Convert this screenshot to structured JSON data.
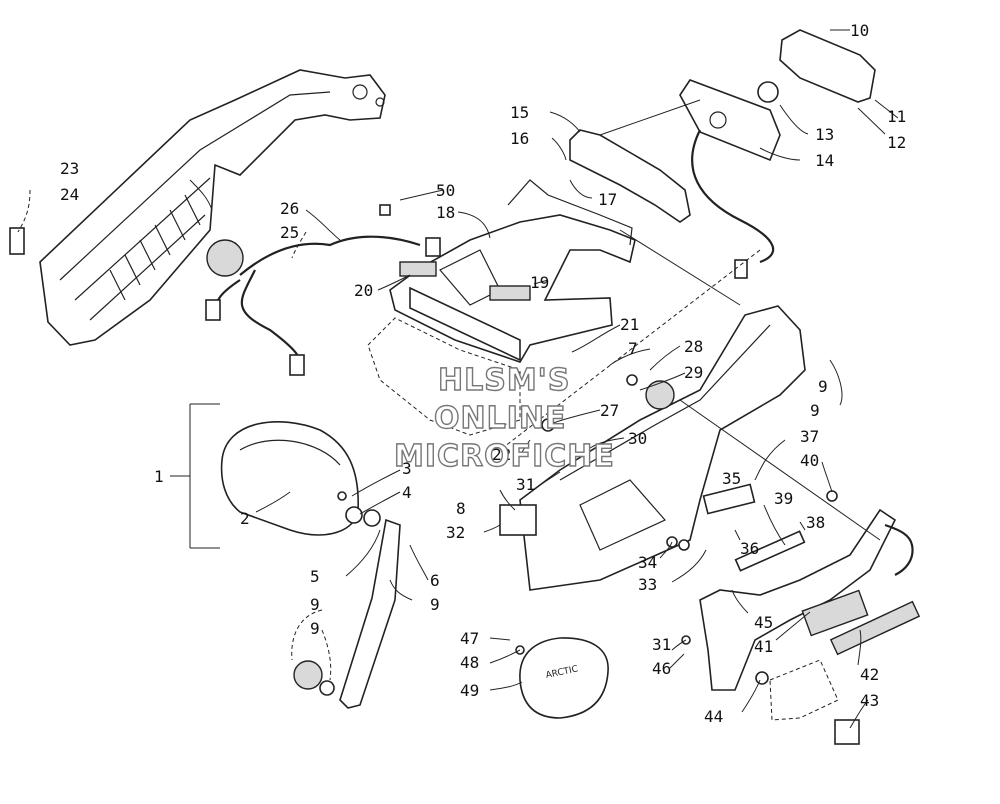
{
  "watermark": {
    "line1": "HLSM'S",
    "line2": "ONLINE",
    "line3": "MICROFICHE"
  },
  "callouts": [
    "1",
    "2",
    "3",
    "4",
    "5",
    "6",
    "7",
    "8",
    "9",
    "9",
    "9",
    "9",
    "9",
    "10",
    "11",
    "12",
    "13",
    "14",
    "15",
    "16",
    "17",
    "18",
    "19",
    "20",
    "21",
    "22",
    "23",
    "24",
    "25",
    "26",
    "27",
    "28",
    "29",
    "30",
    "31",
    "31",
    "32",
    "33",
    "34",
    "35",
    "36",
    "37",
    "38",
    "39",
    "40",
    "41",
    "42",
    "43",
    "44",
    "45",
    "46",
    "47",
    "48",
    "49",
    "50"
  ]
}
